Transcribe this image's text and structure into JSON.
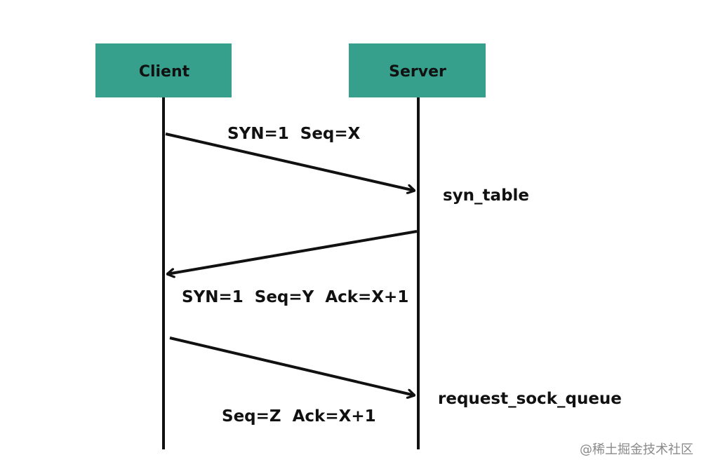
{
  "colors": {
    "actor_fill": "#36a08c",
    "line": "#111111",
    "text": "#111111",
    "watermark": "#8a8a8a",
    "background": "#ffffff"
  },
  "actors": {
    "client": "Client",
    "server": "Server"
  },
  "messages": {
    "syn": "SYN=1  Seq=X",
    "syn_ack": "SYN=1  Seq=Y  Ack=X+1",
    "ack": "Seq=Z  Ack=X+1"
  },
  "notes": {
    "syn_table": "syn_table",
    "request_sock_queue": "request_sock_queue"
  },
  "watermark": "@稀土掘金技术社区"
}
